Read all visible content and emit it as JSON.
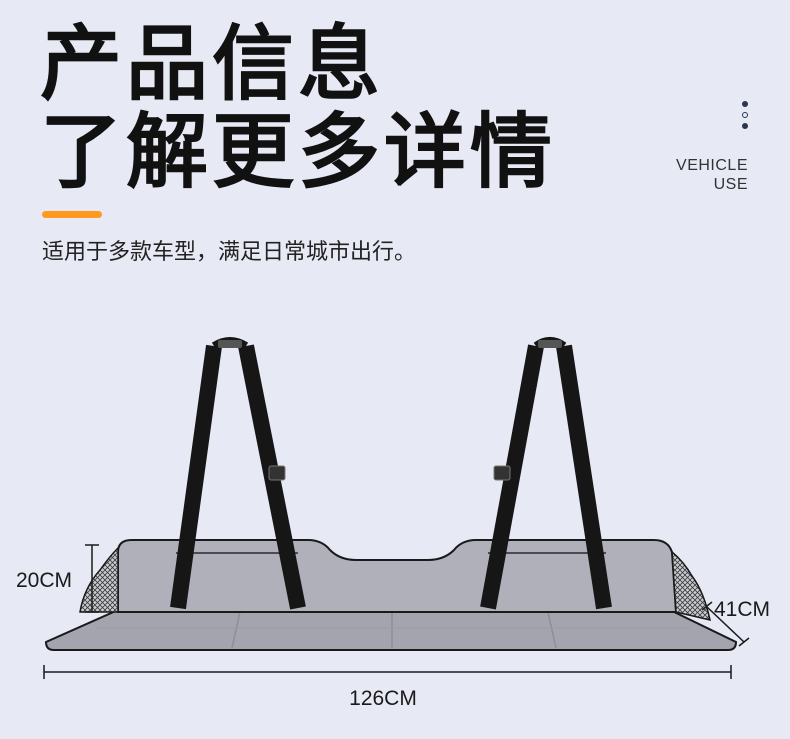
{
  "header": {
    "title_line1": "产品信息",
    "title_line2": "了解更多详情",
    "subtitle": "适用于多款车型，满足日常城市出行。",
    "accent_color": "#ff9a1f"
  },
  "tag": {
    "line1": "VEHICLE",
    "line2": "USE",
    "icon": "vertical-dots-icon"
  },
  "dimensions": {
    "height": "20CM",
    "depth": "41CM",
    "width": "126CM"
  }
}
